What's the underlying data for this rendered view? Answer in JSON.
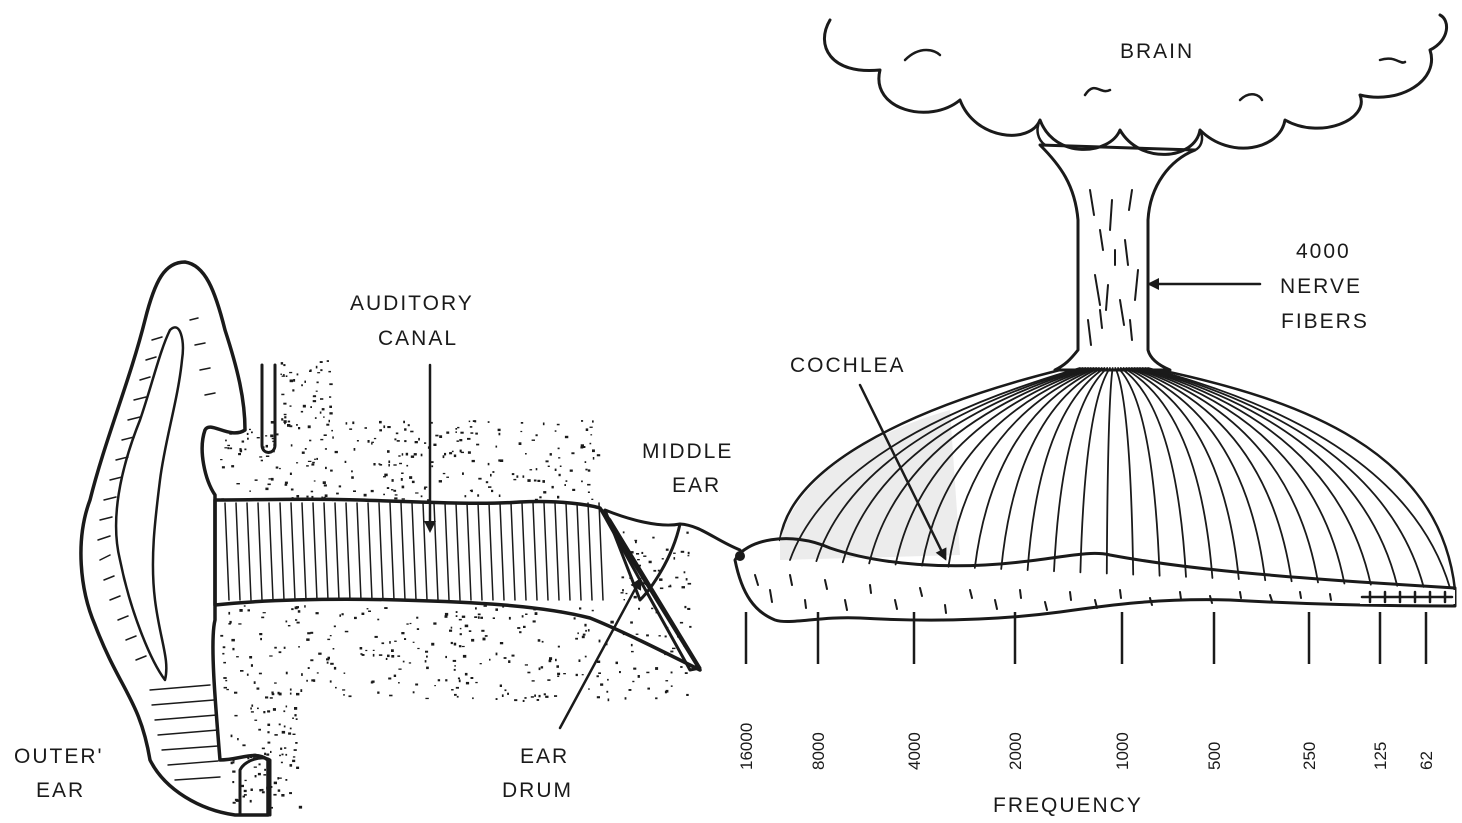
{
  "labels": {
    "brain": "BRAIN",
    "nerve_line1": "4000",
    "nerve_line2": "NERVE",
    "nerve_line3": "FIBERS",
    "auditory_line1": "AUDITORY",
    "auditory_line2": "CANAL",
    "cochlea": "COCHLEA",
    "middle_line1": "MIDDLE",
    "middle_line2": "EAR",
    "outer_line1": "OUTER'",
    "outer_line2": "EAR",
    "drum_line1": "EAR",
    "drum_line2": "DRUM",
    "frequency": "FREQUENCY"
  },
  "frequency_ticks": [
    "16000",
    "8000",
    "4000",
    "2000",
    "1000",
    "500",
    "250",
    "125",
    "62"
  ],
  "colors": {
    "ink": "#1a1a1a",
    "fill": "#f2f2f2",
    "paper": "#ffffff"
  }
}
